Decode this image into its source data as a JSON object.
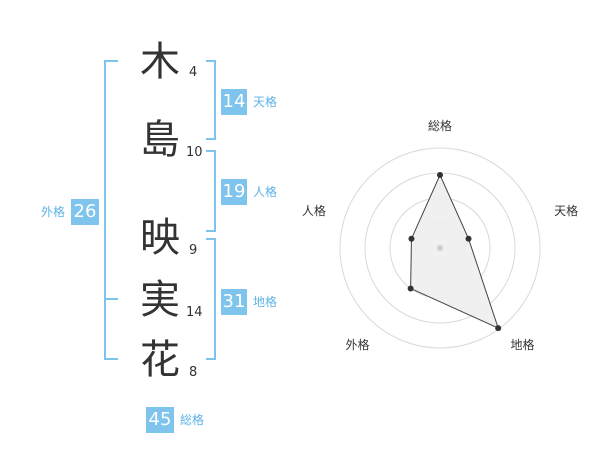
{
  "name": {
    "chars": [
      {
        "kanji": "木",
        "strokes": "4"
      },
      {
        "kanji": "島",
        "strokes": "10"
      },
      {
        "kanji": "映",
        "strokes": "9"
      },
      {
        "kanji": "実",
        "strokes": "14"
      },
      {
        "kanji": "花",
        "strokes": "8"
      }
    ]
  },
  "kakusu": {
    "tenkaku": {
      "value": "14",
      "label": "天格"
    },
    "jinkaku": {
      "value": "19",
      "label": "人格"
    },
    "chikaku": {
      "value": "31",
      "label": "地格"
    },
    "gaikaku": {
      "value": "26",
      "label": "外格"
    },
    "soukaku": {
      "value": "45",
      "label": "総格"
    }
  },
  "colors": {
    "accent": "#7fc4ec",
    "accent_text": "#5fb2e6",
    "text": "#333333",
    "grid": "#d9d9d9",
    "fill": "#eeeeee"
  },
  "chart_data": {
    "type": "radar",
    "axes": [
      "総格",
      "天格",
      "地格",
      "外格",
      "人格"
    ],
    "values": [
      0.73,
      0.3,
      0.99,
      0.5,
      0.3
    ],
    "rings": 4,
    "range": [
      0,
      1
    ]
  }
}
